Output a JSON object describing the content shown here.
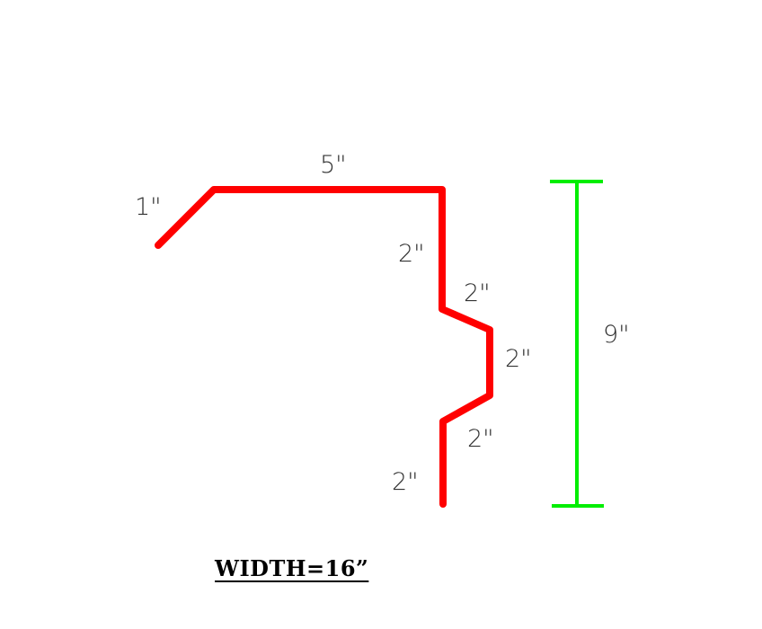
{
  "diagram": {
    "segments": {
      "s1": "1\"",
      "s2": "5\"",
      "s3": "2\"",
      "s4": "2\"",
      "s5": "2\"",
      "s6": "2\"",
      "s7": "2\""
    },
    "height_dimension": "9\"",
    "width_label": "WIDTH=16”",
    "colors": {
      "profile": "#ff0000",
      "dimension_line": "#00ee00"
    }
  }
}
